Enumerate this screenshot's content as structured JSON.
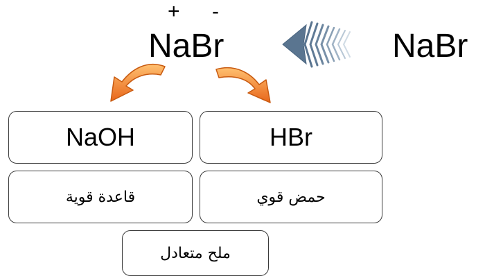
{
  "top": {
    "plus_sign": "+",
    "minus_sign": "-",
    "compound": "NaBr",
    "right_compound": "NaBr"
  },
  "boxes": {
    "base_formula": "NaOH",
    "acid_formula": "HBr",
    "base_label": "قاعدة قوية",
    "acid_label": "حمض قوي",
    "salt_label": "ملح متعادل"
  },
  "colors": {
    "arrow_orange": "#f07a1e",
    "arrow_orange_light": "#ffb060",
    "chevron_blue": "#5a7590",
    "box_border": "#3a3a3a"
  },
  "icons": {
    "left_arrow": "curved-arrow-icon",
    "right_arrow": "curved-arrow-icon",
    "chevron": "chevron-left-icon"
  }
}
